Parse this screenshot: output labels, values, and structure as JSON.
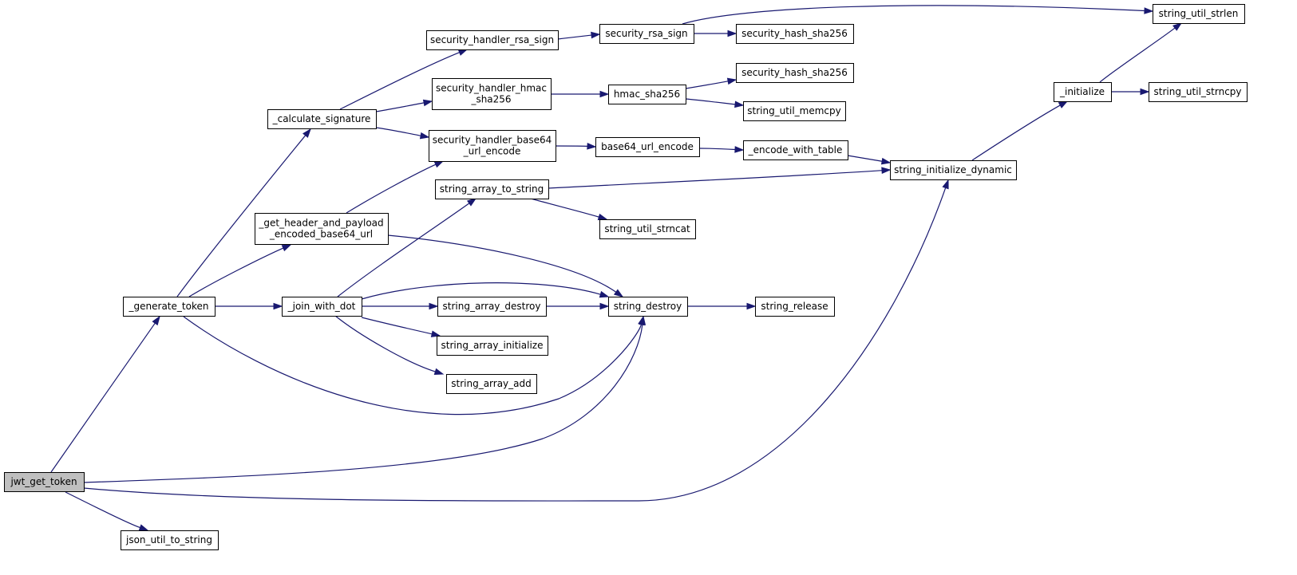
{
  "colors": {
    "edge": "#191970",
    "node_border": "#000000",
    "root_fill": "#bfbfbf",
    "node_fill": "#ffffff",
    "background": "#ffffff"
  },
  "nodes": [
    {
      "id": "jwt_get_token",
      "lines": [
        "jwt_get_token"
      ],
      "root": true
    },
    {
      "id": "json_util_to_string",
      "lines": [
        "json_util_to_string"
      ]
    },
    {
      "id": "_generate_token",
      "lines": [
        "_generate_token"
      ]
    },
    {
      "id": "_calculate_signature",
      "lines": [
        "_calculate_signature"
      ]
    },
    {
      "id": "_get_header_and_payload",
      "lines": [
        "_get_header_and_payload",
        "_encoded_base64_url"
      ]
    },
    {
      "id": "_join_with_dot",
      "lines": [
        "_join_with_dot"
      ]
    },
    {
      "id": "security_handler_rsa_sign",
      "lines": [
        "security_handler_rsa_sign"
      ]
    },
    {
      "id": "security_handler_hmac",
      "lines": [
        "security_handler_hmac",
        "_sha256"
      ]
    },
    {
      "id": "security_handler_base64",
      "lines": [
        "security_handler_base64",
        "_url_encode"
      ]
    },
    {
      "id": "string_array_to_string",
      "lines": [
        "string_array_to_string"
      ]
    },
    {
      "id": "string_array_destroy",
      "lines": [
        "string_array_destroy"
      ]
    },
    {
      "id": "string_array_initialize",
      "lines": [
        "string_array_initialize"
      ]
    },
    {
      "id": "string_array_add",
      "lines": [
        "string_array_add"
      ]
    },
    {
      "id": "security_rsa_sign",
      "lines": [
        "security_rsa_sign"
      ]
    },
    {
      "id": "hmac_sha256",
      "lines": [
        "hmac_sha256"
      ]
    },
    {
      "id": "base64_url_encode",
      "lines": [
        "base64_url_encode"
      ]
    },
    {
      "id": "string_util_strncat",
      "lines": [
        "string_util_strncat"
      ]
    },
    {
      "id": "string_destroy",
      "lines": [
        "string_destroy"
      ]
    },
    {
      "id": "security_hash_sha256_a",
      "lines": [
        "security_hash_sha256"
      ]
    },
    {
      "id": "security_hash_sha256_b",
      "lines": [
        "security_hash_sha256"
      ]
    },
    {
      "id": "string_util_memcpy",
      "lines": [
        "string_util_memcpy"
      ]
    },
    {
      "id": "_encode_with_table",
      "lines": [
        "_encode_with_table"
      ]
    },
    {
      "id": "string_release",
      "lines": [
        "string_release"
      ]
    },
    {
      "id": "string_initialize_dynamic",
      "lines": [
        "string_initialize_dynamic"
      ]
    },
    {
      "id": "_initialize",
      "lines": [
        "_initialize"
      ]
    },
    {
      "id": "string_util_strlen",
      "lines": [
        "string_util_strlen"
      ]
    },
    {
      "id": "string_util_strncpy",
      "lines": [
        "string_util_strncpy"
      ]
    }
  ],
  "edges": [
    {
      "from": "jwt_get_token",
      "to": "_generate_token"
    },
    {
      "from": "jwt_get_token",
      "to": "string_destroy"
    },
    {
      "from": "jwt_get_token",
      "to": "string_initialize_dynamic"
    },
    {
      "from": "jwt_get_token",
      "to": "json_util_to_string"
    },
    {
      "from": "_generate_token",
      "to": "_calculate_signature"
    },
    {
      "from": "_generate_token",
      "to": "_get_header_and_payload"
    },
    {
      "from": "_generate_token",
      "to": "_join_with_dot"
    },
    {
      "from": "_generate_token",
      "to": "string_destroy"
    },
    {
      "from": "_calculate_signature",
      "to": "security_handler_rsa_sign"
    },
    {
      "from": "_calculate_signature",
      "to": "security_handler_hmac"
    },
    {
      "from": "_calculate_signature",
      "to": "security_handler_base64"
    },
    {
      "from": "_get_header_and_payload",
      "to": "security_handler_base64"
    },
    {
      "from": "_get_header_and_payload",
      "to": "string_destroy"
    },
    {
      "from": "_join_with_dot",
      "to": "string_array_to_string"
    },
    {
      "from": "_join_with_dot",
      "to": "string_destroy"
    },
    {
      "from": "_join_with_dot",
      "to": "string_array_destroy"
    },
    {
      "from": "_join_with_dot",
      "to": "string_array_initialize"
    },
    {
      "from": "_join_with_dot",
      "to": "string_array_add"
    },
    {
      "from": "security_handler_rsa_sign",
      "to": "security_rsa_sign"
    },
    {
      "from": "security_rsa_sign",
      "to": "string_util_strlen"
    },
    {
      "from": "security_rsa_sign",
      "to": "security_hash_sha256_a"
    },
    {
      "from": "security_handler_hmac",
      "to": "hmac_sha256"
    },
    {
      "from": "hmac_sha256",
      "to": "security_hash_sha256_b"
    },
    {
      "from": "hmac_sha256",
      "to": "string_util_memcpy"
    },
    {
      "from": "security_handler_base64",
      "to": "base64_url_encode"
    },
    {
      "from": "base64_url_encode",
      "to": "_encode_with_table"
    },
    {
      "from": "_encode_with_table",
      "to": "string_initialize_dynamic"
    },
    {
      "from": "string_array_to_string",
      "to": "string_initialize_dynamic"
    },
    {
      "from": "string_array_to_string",
      "to": "string_util_strncat"
    },
    {
      "from": "string_array_destroy",
      "to": "string_destroy"
    },
    {
      "from": "string_destroy",
      "to": "string_release"
    },
    {
      "from": "string_initialize_dynamic",
      "to": "_initialize"
    },
    {
      "from": "_initialize",
      "to": "string_util_strlen"
    },
    {
      "from": "_initialize",
      "to": "string_util_strncpy"
    }
  ]
}
